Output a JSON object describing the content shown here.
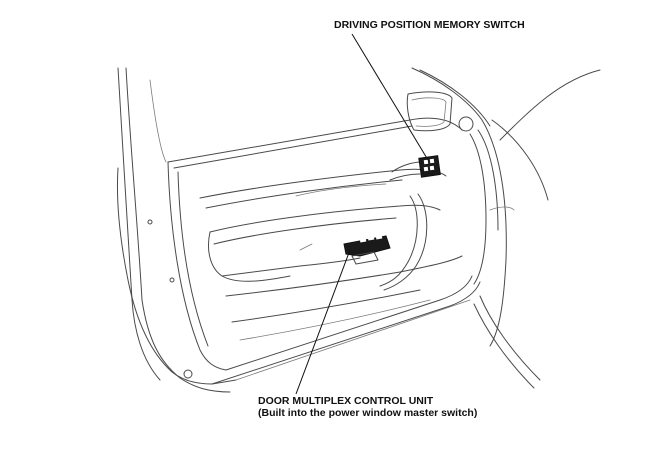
{
  "callouts": {
    "memory_switch": "DRIVING POSITION MEMORY SWITCH",
    "door_control_unit": {
      "line1": "DOOR MULTIPLEX CONTROL UNIT",
      "line2": "(Built into the power window master switch)"
    }
  },
  "colors": {
    "line_art": "#4a4a4a",
    "highlight_switch": "#111111",
    "background": "#ffffff"
  }
}
